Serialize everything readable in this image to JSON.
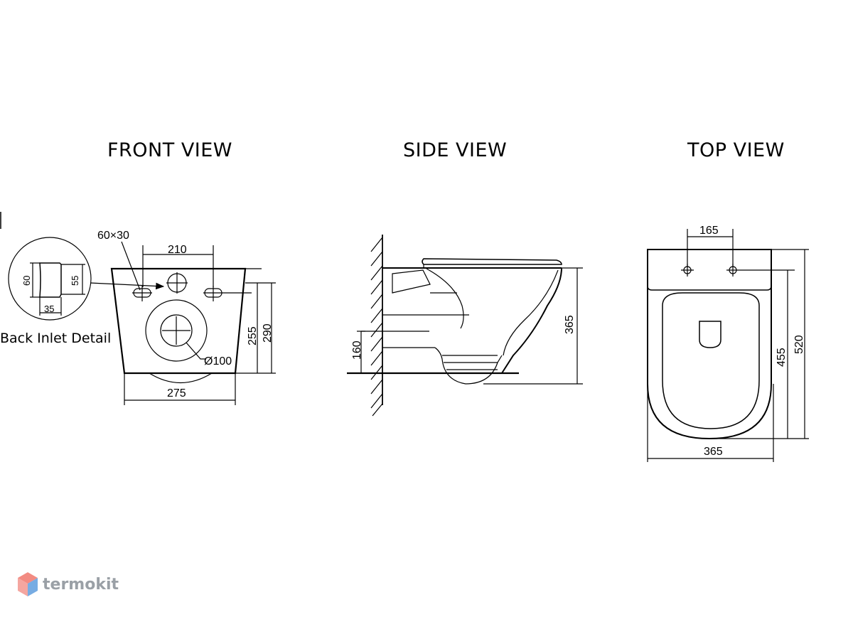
{
  "views": {
    "front": {
      "title": "FRONT VIEW"
    },
    "side": {
      "title": "SIDE VIEW"
    },
    "top": {
      "title": "TOP VIEW"
    }
  },
  "front_dims": {
    "hole_size": "60×30",
    "hole_spacing": "210",
    "inner_height": "255",
    "outer_height": "290",
    "outlet_diameter": "Ø100",
    "width": "275"
  },
  "inlet_detail": {
    "label": "Back Inlet Detail",
    "height_outer": "60",
    "height_inner": "55",
    "depth": "35"
  },
  "side_dims": {
    "height": "365",
    "outlet_height": "160"
  },
  "top_dims": {
    "hole_spacing": "165",
    "bowl_length": "455",
    "total_length": "520",
    "width": "365"
  },
  "watermark": {
    "text": "termokit",
    "logo_colors": [
      "#f28b82",
      "#4a90d9"
    ]
  }
}
